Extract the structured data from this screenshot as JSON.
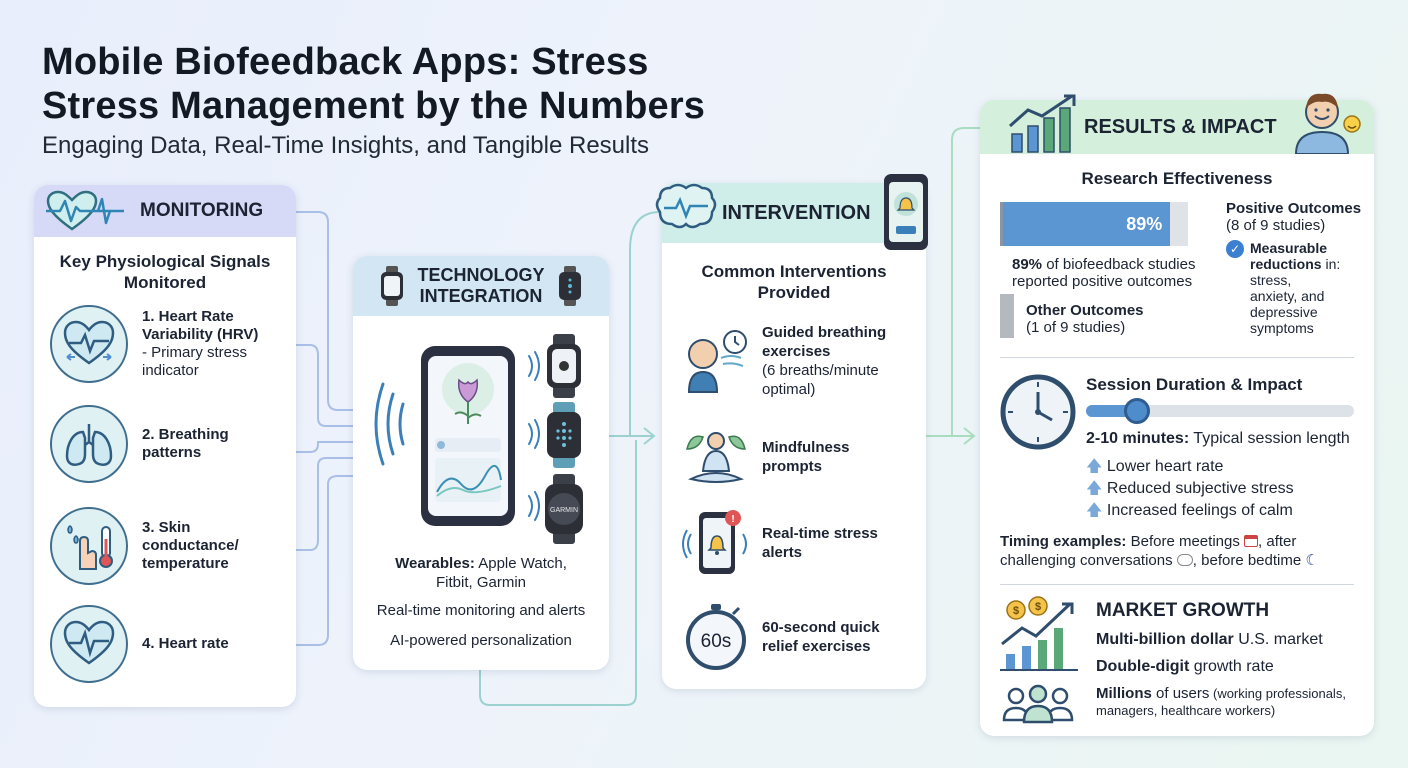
{
  "title_line1": "Mobile Biofeedback Apps: Stress",
  "title_line2": "Stress Management by the Numbers",
  "subtitle": "Engaging Data, Real-Time Insights, and Tangible Results",
  "colors": {
    "accent_blue": "#4f8fcf",
    "navy": "#2f4d6d",
    "teal": "#3f8f8f",
    "green": "#5aa877"
  },
  "monitoring": {
    "header": "MONITORING",
    "section_title": "Key Physiological Signals Monitored",
    "signals": [
      {
        "icon": "heart-icon",
        "title": "1. Heart Rate Variability (HRV)",
        "desc": "- Primary stress indicator"
      },
      {
        "icon": "lungs-icon",
        "title": "2. Breathing patterns",
        "desc": ""
      },
      {
        "icon": "thermometer-icon",
        "title": "3. Skin conductance/ temperature",
        "desc": ""
      },
      {
        "icon": "heartbeat-icon",
        "title": "4. Heart rate",
        "desc": ""
      }
    ]
  },
  "technology": {
    "header_line1": "TECHNOLOGY",
    "header_line2": "INTEGRATION",
    "watch_brand_garmin": "GARMIN",
    "wearables_label": "Wearables:",
    "wearables_value1": "Apple Watch,",
    "wearables_value2": "Fitbit, Garmin",
    "line2": "Real-time monitoring and alerts",
    "line3": "AI-powered personalization"
  },
  "intervention": {
    "header": "INTERVENTION",
    "section_title_1": "Common Interventions",
    "section_title_2": "Provided",
    "items": [
      {
        "icon": "breathing-icon",
        "title": "Guided breathing exercises",
        "desc": "(6 breaths/minute optimal)"
      },
      {
        "icon": "meditation-icon",
        "title": "Mindfulness prompts",
        "desc": ""
      },
      {
        "icon": "alert-phone-icon",
        "title": "Real-time stress alerts",
        "desc": ""
      },
      {
        "icon": "stopwatch-icon",
        "title": "60-second quick relief exercises",
        "desc": ""
      }
    ],
    "stopwatch_label": "60s"
  },
  "results": {
    "header": "RESULTS & IMPACT",
    "research_title": "Research Effectiveness",
    "effectiveness_percent": 89,
    "bar_label": "89%",
    "pct_bold": "89%",
    "pct_text": " of biofeedback studies",
    "pct_text2": "reported positive outcomes",
    "other_title": "Other Outcomes",
    "other_sub": "(1 of 9 studies)",
    "positive_title": "Positive Outcomes",
    "positive_sub": "(8 of 9 studies)",
    "measurable_bold_1": "Measurable",
    "measurable_bold_2": "reductions",
    "measurable_text": " in:",
    "measurable_items": [
      "stress,",
      "anxiety, and",
      "depressive",
      "symptoms"
    ],
    "session_title": "Session Duration & Impact",
    "session_slider_fraction": 0.19,
    "session_bold": "2-10 minutes:",
    "session_text": " Typical session length",
    "impacts": [
      "Lower heart rate",
      "Reduced subjective stress",
      "Increased feelings of calm"
    ],
    "timing_bold": "Timing examples:",
    "timing_text1": " Before meetings",
    "timing_text1b": ", after",
    "timing_text2": "challenging conversations",
    "timing_text2b": ", before bedtime",
    "market_title": "MARKET GROWTH",
    "market_1_bold": "Multi-billion dollar",
    "market_1_text": " U.S. market",
    "market_2_bold": "Double-digit",
    "market_2_text": " growth rate",
    "market_3_bold": "Millions",
    "market_3_text": " of users",
    "market_3_small1": " (working professionals,",
    "market_3_small2": "managers, healthcare workers)"
  }
}
